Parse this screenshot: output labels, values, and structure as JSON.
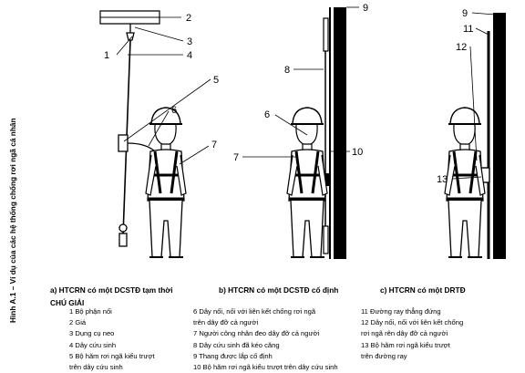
{
  "side_title": "Hình A.1 – Ví dụ của các hệ thống chống rơi ngã cá nhân",
  "callouts": [
    "1",
    "2",
    "3",
    "4",
    "5",
    "6",
    "7",
    "6",
    "7",
    "8",
    "9",
    "10",
    "9",
    "11",
    "12",
    "13"
  ],
  "captions": {
    "a": "a) HTCRN có một DCSTĐ tạm thời",
    "b": "b) HTCRN có một DCSTĐ cố định",
    "c": "c) HTCRN có một DRTĐ"
  },
  "legend_title": "CHÚ GIẢI",
  "legend": {
    "col1": [
      "1 Bộ phận nối",
      "2 Giá",
      "3 Dụng cụ neo",
      "4 Dây cứu sinh",
      "5 Bộ hãm rơi ngã kiểu trượt",
      "trên dây cứu sinh"
    ],
    "col2": [
      "6 Dây nối, nối với liên kết chống rơi ngã",
      "trên dây đỡ cả người",
      "7  Người công nhân đeo dây đỡ cả người",
      "8 Dây cứu sinh đã kéo căng",
      "9 Thang được lắp cố định",
      "10 Bộ hãm rơi ngã kiểu trượt trên dây cứu sinh"
    ],
    "col3": [
      "11 Đường ray thẳng đứng",
      "12 Dây nối, nối với liên kết chống",
      "rơi ngã rên dây đỡ cả người",
      "13 Bộ hãm rơi ngã kiểu trượt",
      "trên đường ray"
    ]
  }
}
